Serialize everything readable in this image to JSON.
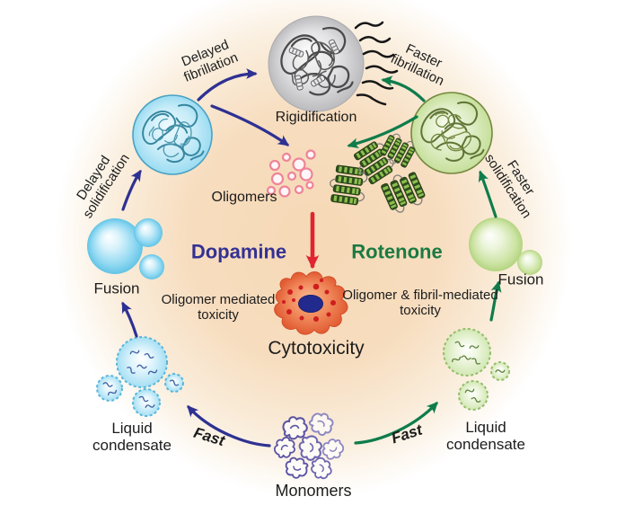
{
  "labels": {
    "rigidification": "Rigidification",
    "delayed_fibrillation": "Delayed fibrillation",
    "faster_fibrillation": "Faster fibrillation",
    "delayed_solidification": "Delayed solidification",
    "faster_solidification": "Faster solidification",
    "oligomers": "Oligomers",
    "dopamine": "Dopamine",
    "rotenone": "Rotenone",
    "oligomer_mediated_toxicity": "Oligomer mediated toxicity",
    "oligomer_fibril_toxicity": "Oligomer & fibril-mediated toxicity",
    "cytotoxicity": "Cytotoxicity",
    "fusion_left": "Fusion",
    "fusion_right": "Fusion",
    "liquid_condensate_left": "Liquid condensate",
    "liquid_condensate_right": "Liquid condensate",
    "fast_left": "Fast",
    "fast_right": "Fast",
    "monomers": "Monomers"
  },
  "colors": {
    "background_glow": "#f6d9b6",
    "dopamine_text": "#333193",
    "rotenone_text": "#1b7a42",
    "dopamine_arrows": "#2e3192",
    "rotenone_arrows": "#0f7c4b",
    "toxicity_arrow": "#e02530",
    "oligomer_ring_pink": "#ee8498",
    "fibril_dark_green": "#2e4c1d",
    "fibril_stripe_green": "#8cbf4e",
    "cell_orange": "#ec6a3e",
    "nucleus_blue": "#232a8e",
    "monomer_purple": "#5b54a4",
    "condensate_blue": "#7fd0ef",
    "condensate_green": "#bfdf94",
    "aggregate_gray": "#bcbcbf"
  }
}
